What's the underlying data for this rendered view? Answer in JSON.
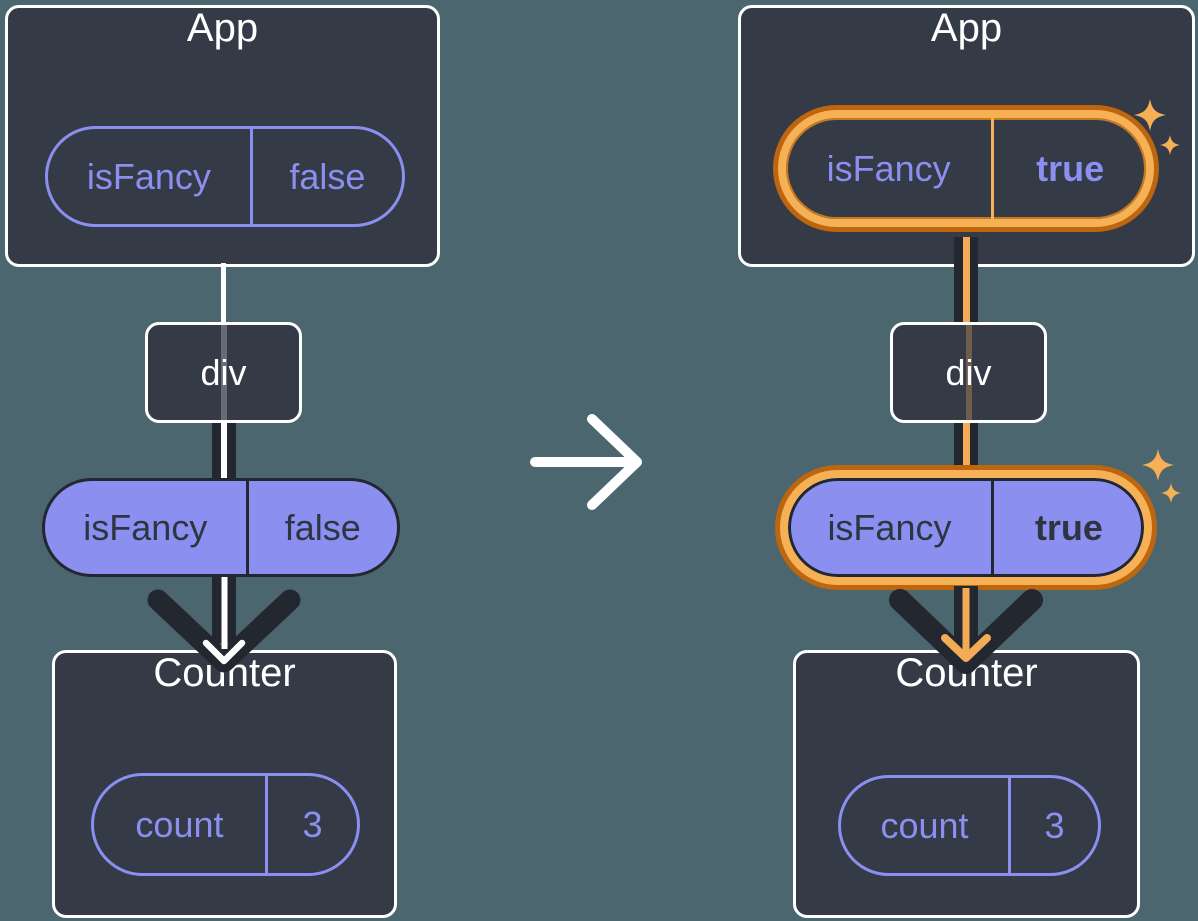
{
  "colors": {
    "background": "#4C666F",
    "box_fill": "#343A46",
    "box_border": "#FFFFFF",
    "purple": "#8A8FF0",
    "purple_fill": "#8B8FF0",
    "dark_text": "#2F3540",
    "dark": "#23272F",
    "orange_light": "#F6B156",
    "orange_dark": "#BD650F",
    "orange_inner": "#C7791E",
    "orange_arrow": "#F3AC55",
    "sparkle": "#F6B156"
  },
  "before": {
    "app": {
      "title": "App",
      "prop_name": "isFancy",
      "prop_value": "false"
    },
    "div_label": "div",
    "props_pill": {
      "name": "isFancy",
      "value": "false"
    },
    "counter": {
      "title": "Counter",
      "state_name": "count",
      "state_value": "3"
    }
  },
  "after": {
    "app": {
      "title": "App",
      "prop_name": "isFancy",
      "prop_value": "true"
    },
    "div_label": "div",
    "props_pill": {
      "name": "isFancy",
      "value": "true"
    },
    "counter": {
      "title": "Counter",
      "state_name": "count",
      "state_value": "3"
    }
  }
}
